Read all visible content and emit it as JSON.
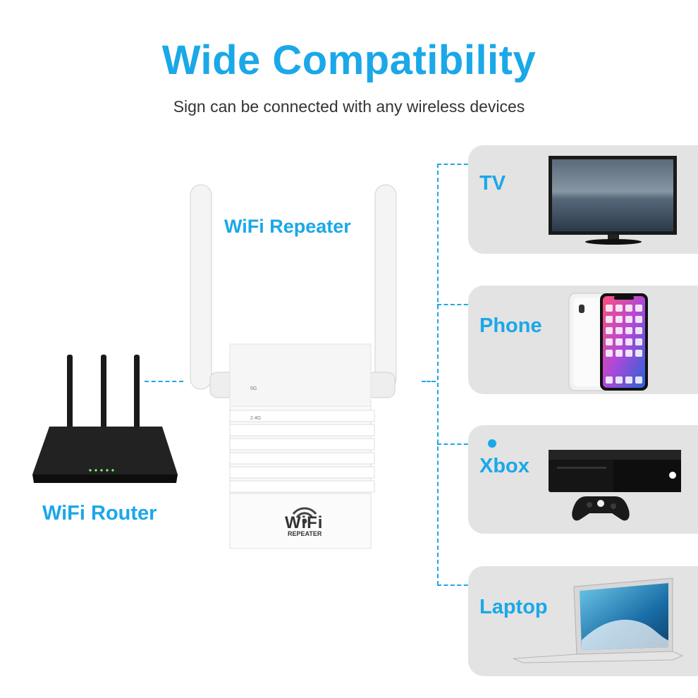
{
  "header": {
    "title": "Wide Compatibility",
    "subtitle": "Sign can be connected with any wireless devices"
  },
  "repeater": {
    "label": "WiFi Repeater",
    "logo_text": "WiFi",
    "logo_subtext": "REPEATER",
    "indicators": [
      "5G",
      "2.4G",
      "",
      ""
    ]
  },
  "router": {
    "label": "WiFi Router"
  },
  "devices": [
    {
      "label": "TV",
      "icon": "tv-icon"
    },
    {
      "label": "Phone",
      "icon": "phone-icon"
    },
    {
      "label": "Xbox",
      "icon": "xbox-icon"
    },
    {
      "label": "Laptop",
      "icon": "laptop-icon"
    }
  ],
  "colors": {
    "accent": "#1aa8e8",
    "card": "#e3e3e3",
    "text": "#333333"
  }
}
